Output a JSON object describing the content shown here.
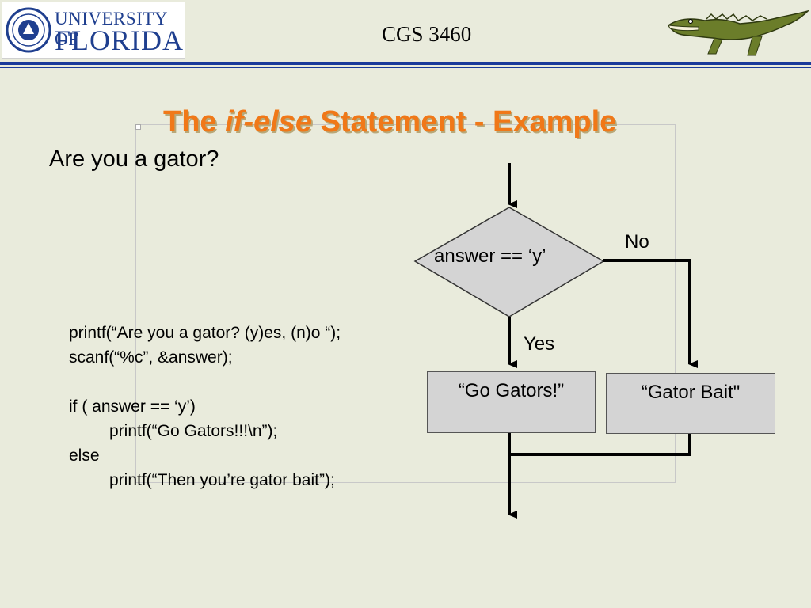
{
  "header": {
    "logo_line1": "UNIVERSITY OF",
    "logo_line2": "FLORIDA",
    "course": "CGS 3460"
  },
  "slide": {
    "title_pre": "The ",
    "title_keyword": "if-else",
    "title_post": " Statement - Example",
    "question": "Are you a gator?"
  },
  "code": {
    "lines": [
      "printf(“Are you a gator? (y)es, (n)o “);",
      "scanf(“%c”, &answer);",
      "",
      "if ( answer == ‘y’)",
      "printf(“Go Gators!!!\\n”);",
      "else",
      "printf(“Then you’re gator bait”);"
    ]
  },
  "flowchart": {
    "decision": "answer == ‘y’",
    "yes_label": "Yes",
    "no_label": "No",
    "yes_box": "“Go Gators!”",
    "no_box": "“Gator Bait\""
  },
  "colors": {
    "title": "#f07818",
    "rule": "#1a3a9a",
    "background": "#e9ebdc",
    "box_fill": "#d4d4d4"
  }
}
